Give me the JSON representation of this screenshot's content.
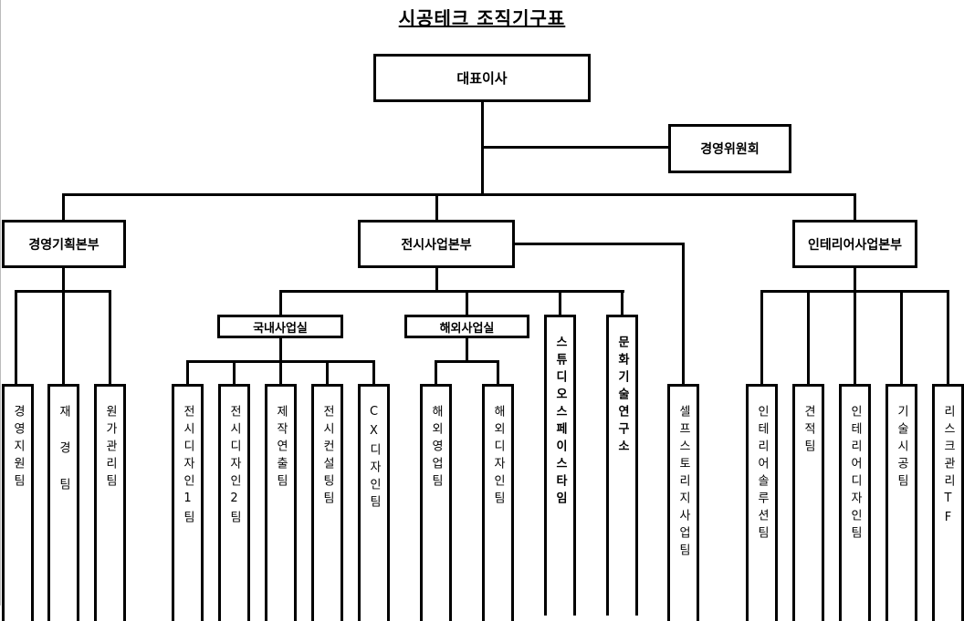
{
  "title": "시공테크 조직기구표",
  "ceo": "대표이사",
  "committee": "경영위원회",
  "divisions": {
    "management": {
      "label": "경영기획본부",
      "teams": [
        "경영지원팀",
        "재 경 팀",
        "원가관리팀"
      ]
    },
    "exhibition": {
      "label": "전시사업본부",
      "domestic": {
        "label": "국내사업실",
        "teams": [
          "전시디자인1팀",
          "전시디자인2팀",
          "제작연출팀",
          "전시컨설팅팀",
          "CX디자인팀"
        ]
      },
      "overseas": {
        "label": "해외사업실",
        "teams": [
          "해외영업팀",
          "해외디자인팀"
        ]
      },
      "studio": "스튜디오스페이스타임",
      "institute": "문화기술연구소",
      "self_storage": "셀프스토리지사업팀"
    },
    "interior": {
      "label": "인테리어사업본부",
      "teams": [
        "인테리어솔루션팀",
        "견적팀",
        "인테리어디자인팀",
        "기술시공팀",
        "리스크관리TF"
      ]
    }
  }
}
